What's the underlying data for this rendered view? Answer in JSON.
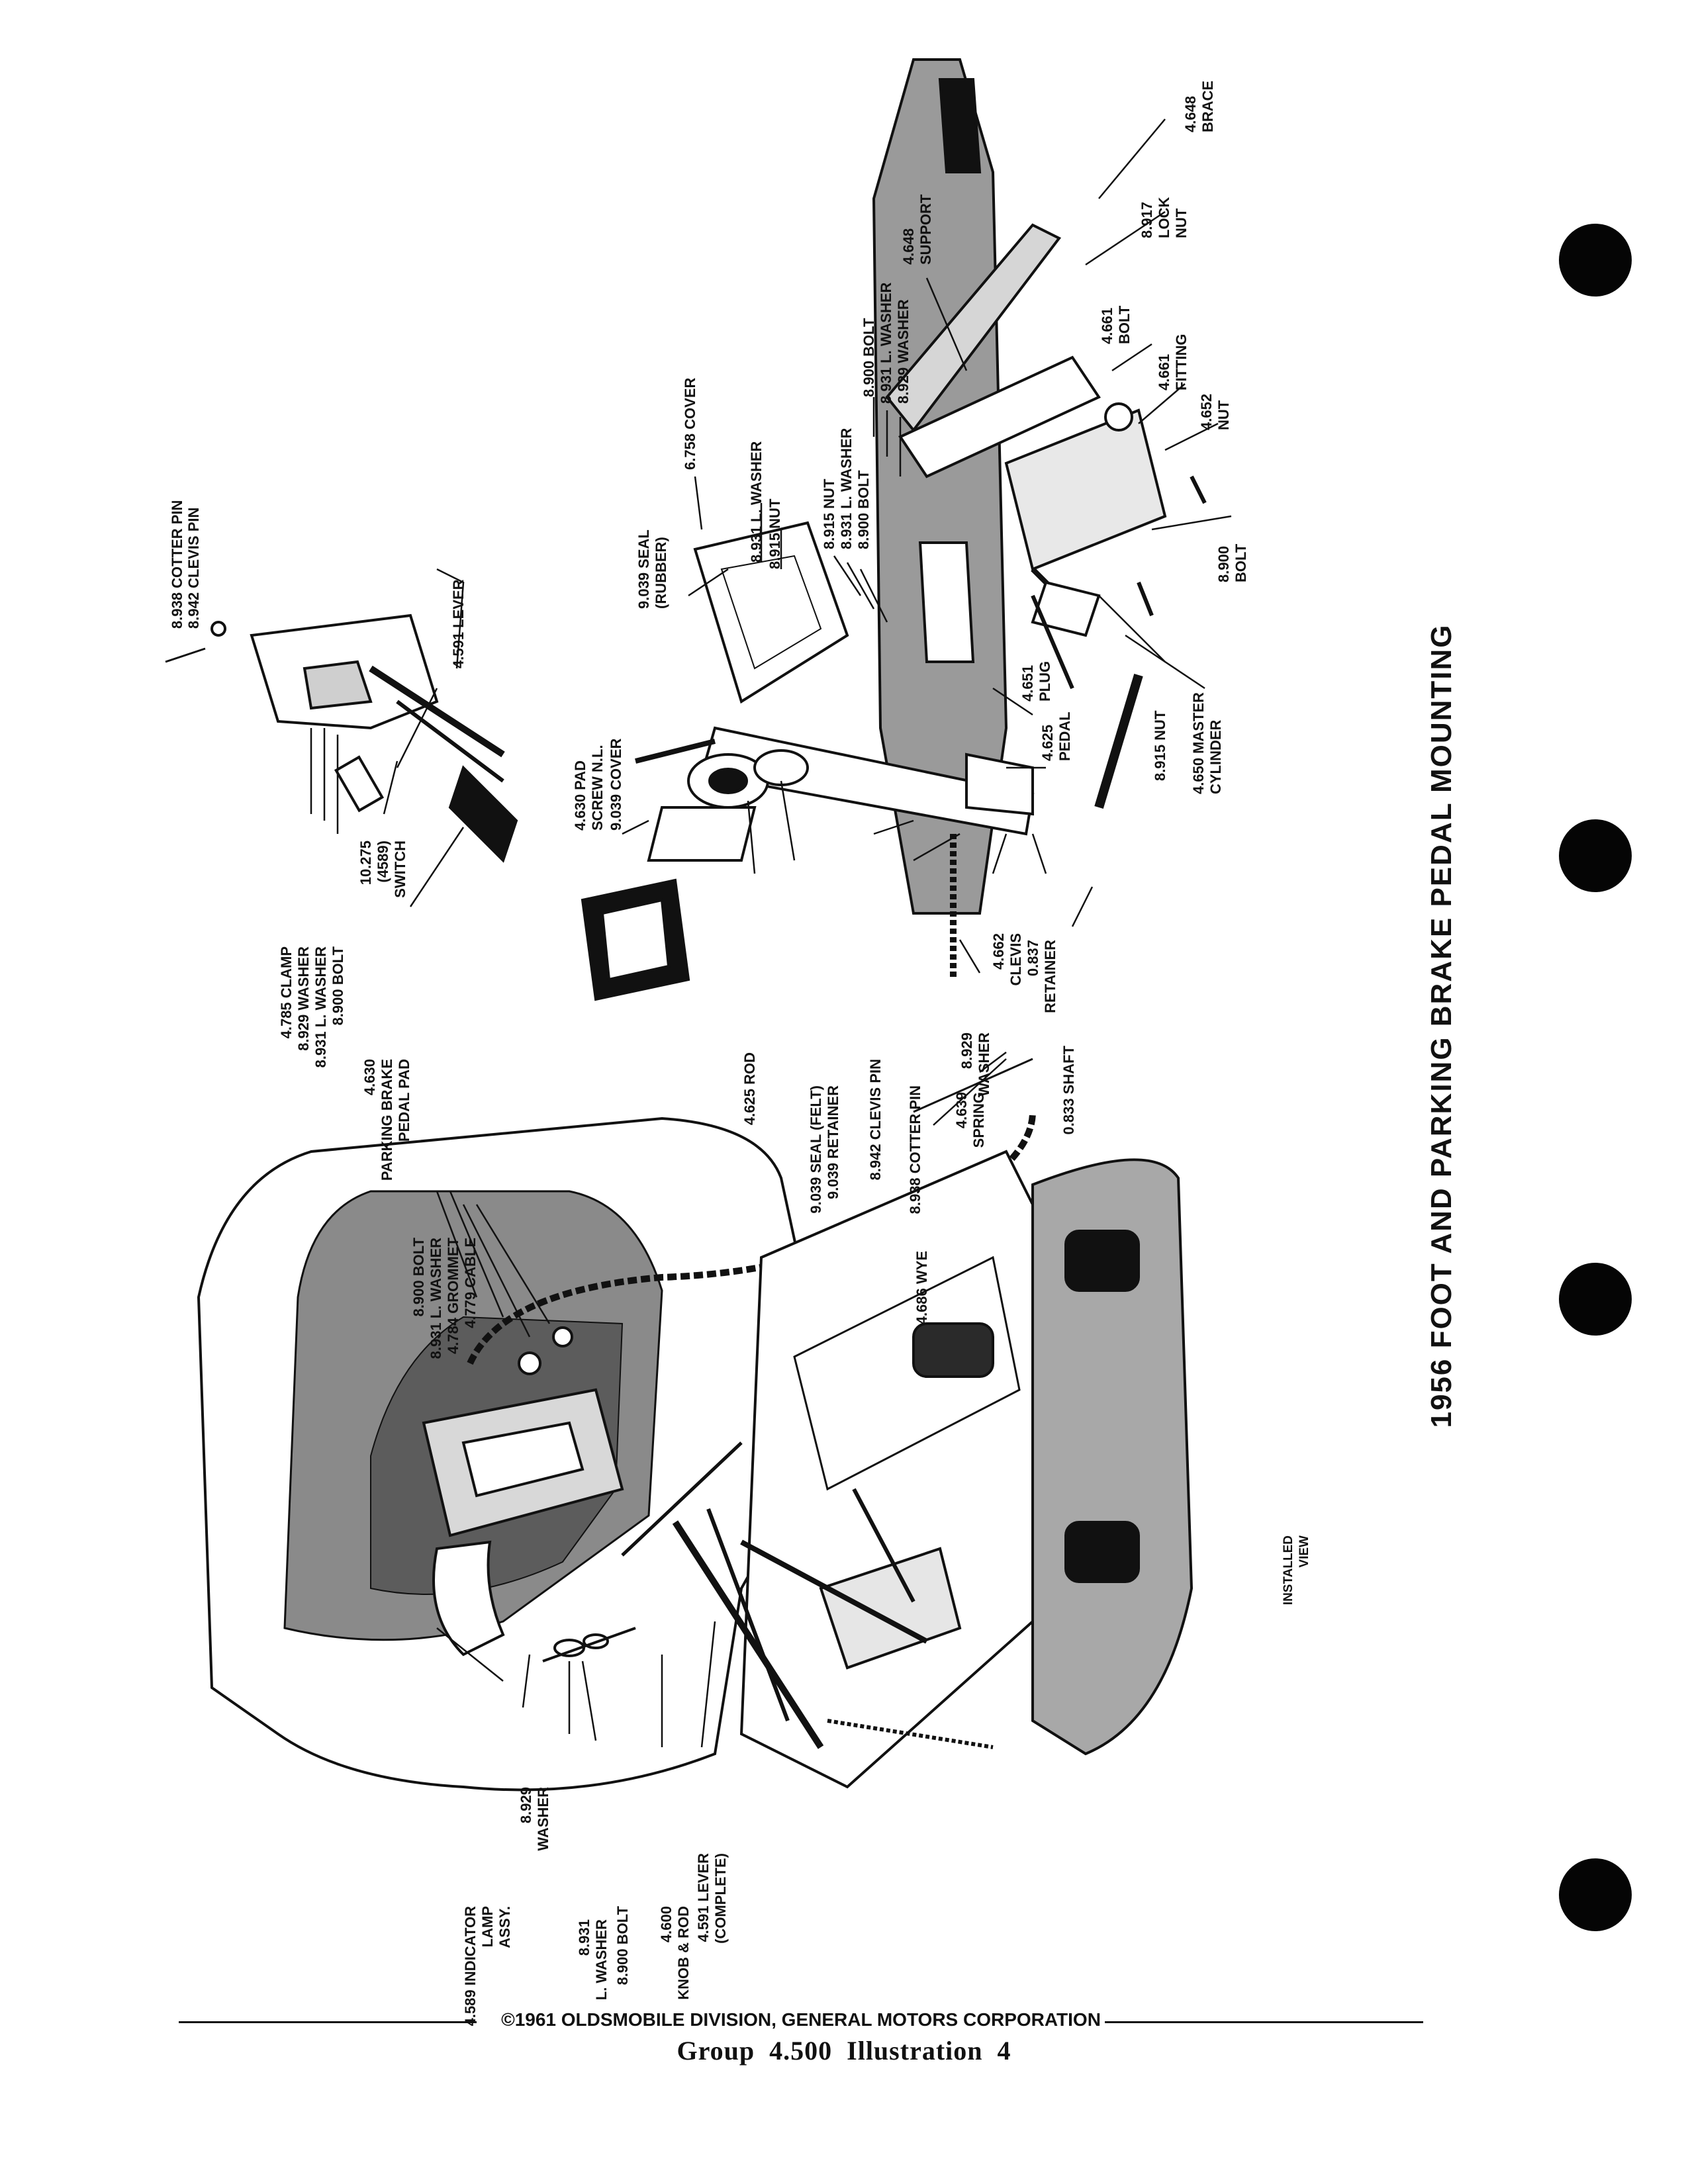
{
  "title": "1956 FOOT AND PARKING BRAKE PEDAL MOUNTING",
  "installed_view": [
    "INSTALLED",
    "VIEW"
  ],
  "labels": {
    "cotter_pin_top": "8.938 COTTER PIN",
    "clevis_pin_top": "8.942 CLEVIS PIN",
    "lever_4591": "4.591 LEVER",
    "clamp": "4.785 CLAMP",
    "washer_8929_a": "8.929 WASHER",
    "lwasher_8931_a": "8.931 L. WASHER",
    "bolt_8900_a": "8.900 BOLT",
    "pb_pad": [
      "4.630",
      "PARKING BRAKE",
      "PEDAL PAD"
    ],
    "switch": [
      "10.275",
      "(4589)",
      "SWITCH"
    ],
    "cover_6758": "6.758 COVER",
    "seal_rubber": [
      "9.039 SEAL",
      "(RUBBER)"
    ],
    "lwasher_8931_b": "8.931 L. WASHER",
    "nut_8915_b": "8.915 NUT",
    "nut_8915_c": "8.915 NUT",
    "lwasher_8931_c": "8.931 L. WASHER",
    "bolt_8900_c": "8.900 BOLT",
    "bolt_8900_d": "8.900 BOLT",
    "lwasher_8931_d": "8.931 L. WASHER",
    "washer_8929_d": "8.929 WASHER",
    "support": [
      "4.648",
      "SUPPORT"
    ],
    "brace": [
      "4.648",
      "BRACE"
    ],
    "lock_nut": [
      "8.917",
      "LOCK",
      "NUT"
    ],
    "bolt_4661": [
      "4.661",
      "BOLT"
    ],
    "fitting_4661": [
      "4.661",
      "FITTING"
    ],
    "nut_4652": [
      "4.652",
      "NUT"
    ],
    "bolt_8900_e": [
      "8.900",
      "BOLT"
    ],
    "nut_8915_e": "8.915 NUT",
    "master_cyl": [
      "4.650 MASTER",
      "CYLINDER"
    ],
    "pad_4630": "4.630 PAD",
    "screw_nl": "SCREW N.L.",
    "cover_9039": "9.039 COVER",
    "rod_4625": "4.625 ROD",
    "seal_felt": "9.039 SEAL (FELT)",
    "retainer_9039": "9.039 RETAINER",
    "clevis_pin_8942": "8.942 CLEVIS PIN",
    "cotter_pin_8938": "8.938 COTTER PIN",
    "plug": [
      "4.651",
      "PLUG"
    ],
    "pedal": [
      "4.625",
      "PEDAL"
    ],
    "clevis_4662": [
      "4.662",
      "CLEVIS"
    ],
    "retainer_0837": [
      "0.837",
      "RETAINER"
    ],
    "shaft_0833": "0.833 SHAFT",
    "washer_8929_f": [
      "8.929",
      "WASHER"
    ],
    "spring": [
      "4.639",
      "SPRING"
    ],
    "bolt_8900_g": "8.900 BOLT",
    "lwasher_8931_g": "8.931 L. WASHER",
    "grommet": "4.784 GROMMET",
    "cable": "4.779 CABLE",
    "wye": "4.686 WYE",
    "indicator": [
      "4.589 INDICATOR",
      "LAMP",
      "ASSY."
    ],
    "washer_8929_h": [
      "8.929",
      "WASHER"
    ],
    "lwasher_8931_h": [
      "8.931",
      "L. WASHER"
    ],
    "bolt_8900_h": "8.900 BOLT",
    "knob_rod": [
      "4.600",
      "KNOB & ROD"
    ],
    "lever_complete": [
      "4.591 LEVER",
      "(COMPLETE)"
    ]
  },
  "footer": {
    "copyright": "©1961 OLDSMOBILE DIVISION, GENERAL MOTORS CORPORATION",
    "group": "Group  4.500  Illustration  4"
  }
}
